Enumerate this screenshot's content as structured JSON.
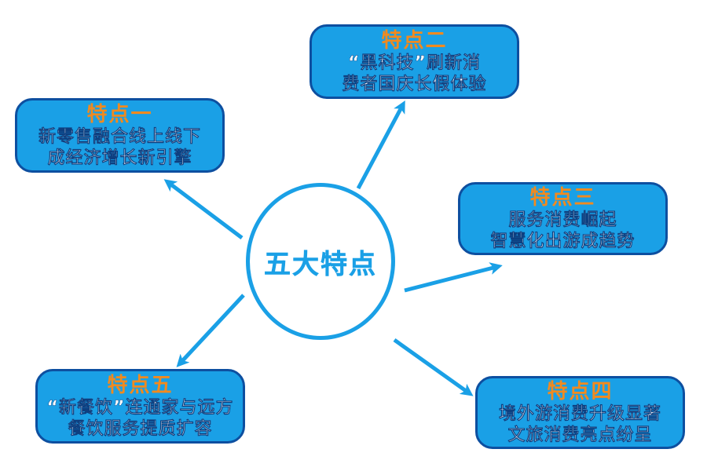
{
  "hub": {
    "label": "五大特点"
  },
  "features": [
    {
      "title": "特点一",
      "lines": [
        "新零售融合线上线下",
        "成经济增长新引擎"
      ]
    },
    {
      "title": "特点二",
      "lines": [
        "“黑科技”刷新消",
        "费者国庆长假体验"
      ]
    },
    {
      "title": "特点三",
      "lines": [
        "服务消费崛起",
        "智慧化出游成趋势"
      ]
    },
    {
      "title": "特点四",
      "lines": [
        "境外游消费升级显著",
        "文旅消费亮点纷呈"
      ]
    },
    {
      "title": "特点五",
      "lines": [
        "“新餐饮”连通家与远方",
        "餐饮服务提质扩容"
      ]
    }
  ],
  "colors": {
    "accent": "#1aa0e6",
    "card_border": "#0d4fa0",
    "title": "#f28a1e",
    "text": "#ffffff"
  }
}
